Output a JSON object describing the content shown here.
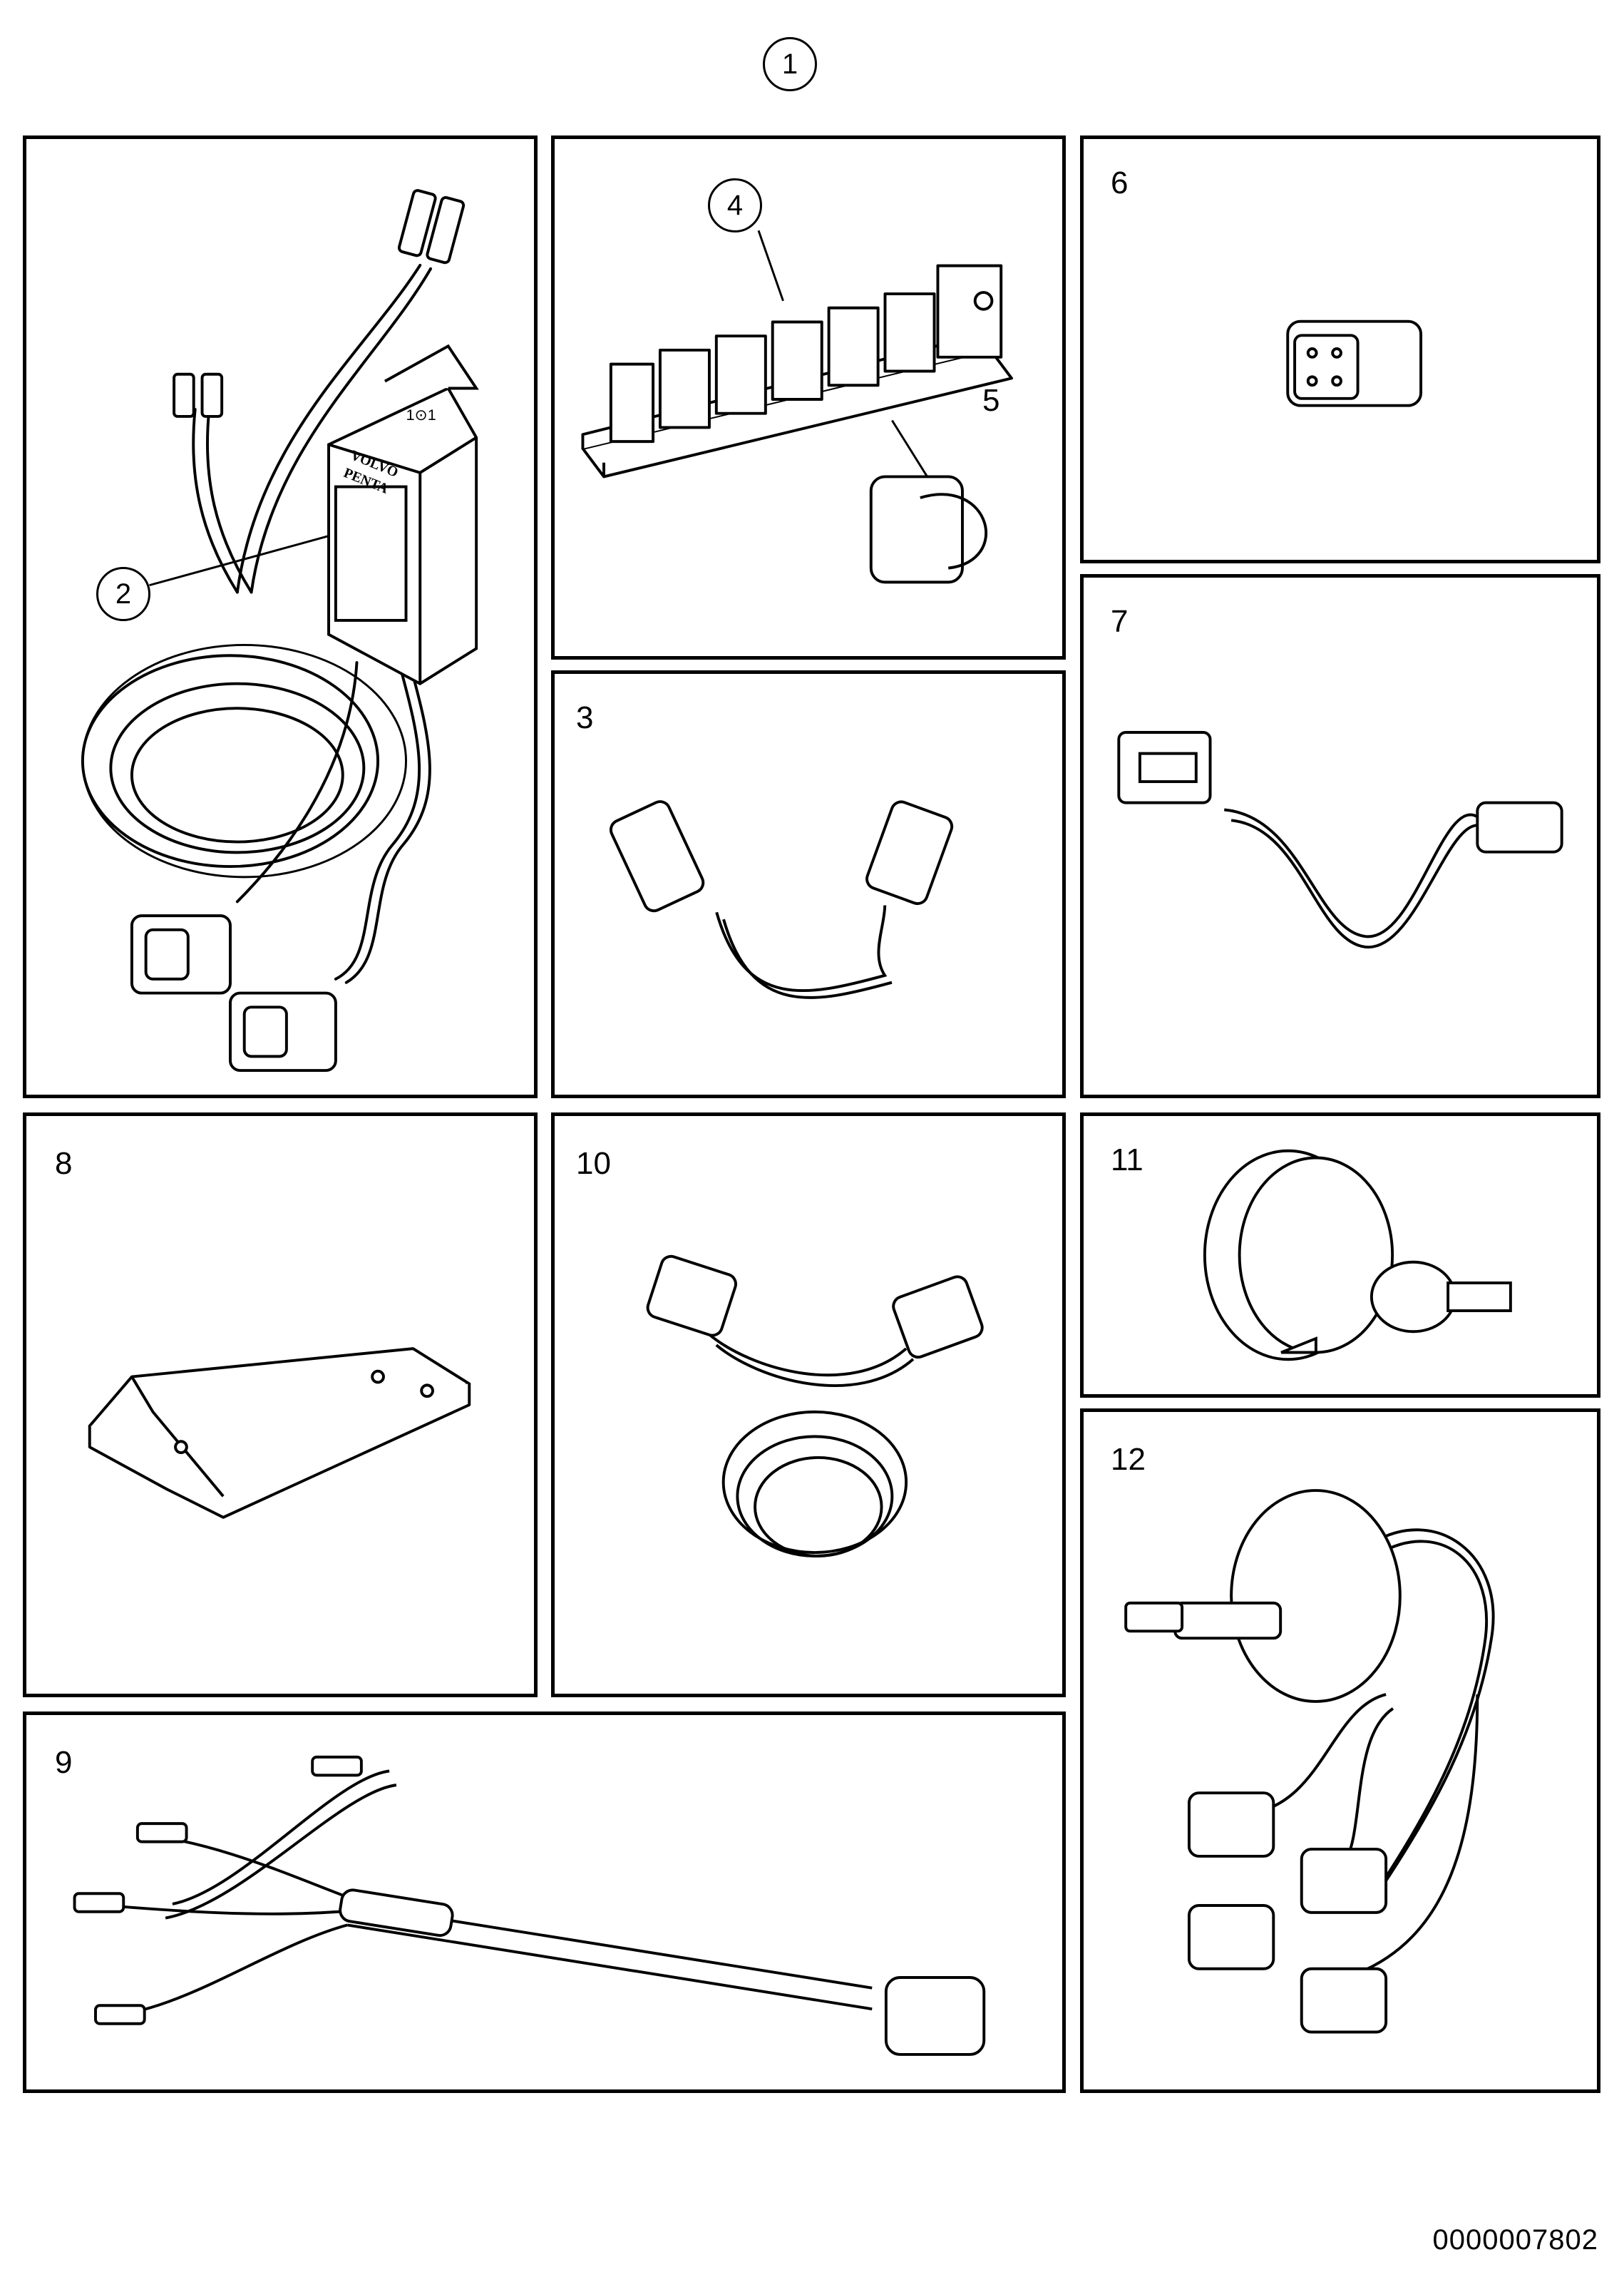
{
  "callouts": {
    "c1": "1",
    "c2": "2",
    "c4": "4"
  },
  "panels": [
    {
      "id": "p2",
      "label": ""
    },
    {
      "id": "p3",
      "label": "3"
    },
    {
      "id": "p4",
      "label": "5"
    },
    {
      "id": "p6",
      "label": "6"
    },
    {
      "id": "p7",
      "label": "7"
    },
    {
      "id": "p8",
      "label": "8"
    },
    {
      "id": "p9",
      "label": "9"
    },
    {
      "id": "p10",
      "label": "10"
    },
    {
      "id": "p11",
      "label": "11"
    },
    {
      "id": "p12",
      "label": "12"
    }
  ],
  "module_text": {
    "line1": "VOLVO",
    "line2": "PENTA",
    "mark": "1⊙1"
  },
  "document_id": "0000007802"
}
